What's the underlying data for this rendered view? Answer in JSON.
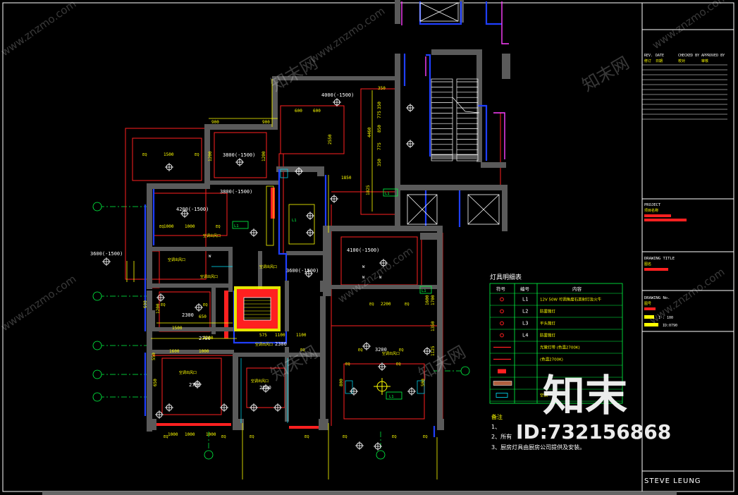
{
  "legend": {
    "title": "灯具明细表",
    "headers": [
      "符号",
      "编号",
      "内容"
    ],
    "rows": [
      {
        "code": "L1",
        "desc": "12V 50W 可调角度石英射灯及火牛"
      },
      {
        "code": "L2",
        "desc": "防雾筒灯"
      },
      {
        "code": "L3",
        "desc": "平头筒灯"
      },
      {
        "code": "L4",
        "desc": "防雾筒灯"
      },
      {
        "code": "",
        "desc": "光管灯带 (色温2700K)"
      },
      {
        "code": "",
        "desc": "(色温2700K)"
      },
      {
        "code": "",
        "desc": ""
      },
      {
        "code": "",
        "desc": ""
      },
      {
        "code": "",
        "desc": "空调"
      }
    ]
  },
  "notes": {
    "title": "备注",
    "items": [
      "1、",
      "2、所有",
      "3、厨房灯具由厨房公司提供及安装。"
    ]
  },
  "title_block": {
    "rev_headers": [
      "REV.",
      "DATE",
      "CHECKED BY",
      "APPROVED BY"
    ],
    "rev_cn": [
      "修订",
      "日期",
      "校对",
      "审核"
    ],
    "project_label": "PROJECT",
    "project_cn": "项目名称",
    "drawing_title_label": "DRAWING TITLE",
    "drawing_title_cn": "图名",
    "drawing_no_label": "DRAWING No.",
    "drawing_no_cn": "图号",
    "scale": "1 : 100",
    "scale_no": "ID:0790",
    "signature": "STEVE LEUNG"
  },
  "rooms": [
    {
      "ceiling": "4000(-1500)"
    },
    {
      "ceiling": "3800(-1500)"
    },
    {
      "ceiling": "4200(-1500)"
    },
    {
      "ceiling": "3800(-1500)"
    },
    {
      "ceiling": "3600(-1500)"
    },
    {
      "ceiling": "4100(-1500)"
    },
    {
      "ceiling": "3600(-1500)"
    },
    {
      "ceiling": "2700"
    },
    {
      "ceiling": "2700"
    },
    {
      "ceiling": "3200"
    },
    {
      "ceiling": "2300"
    },
    {
      "ceiling": "2300"
    },
    {
      "ceiling": "2700"
    }
  ],
  "dims": [
    "900",
    "900",
    "1500",
    "1200",
    "1200",
    "600",
    "600",
    "350",
    "2550",
    "1850",
    "4460",
    "1825",
    "350",
    "775",
    "850",
    "775",
    "350",
    "1000",
    "1000",
    "1500",
    "1200",
    "1600",
    "1000",
    "2200",
    "800",
    "500",
    "1100",
    "1100",
    "1600",
    "2300",
    "575",
    "1000",
    "1000",
    "1000",
    "600",
    "1700",
    "1350",
    "1125",
    "650",
    "550",
    "650"
  ],
  "tags": {
    "eq": "EQ",
    "vent": "空调出风口",
    "l1": "L1",
    "w": "W"
  },
  "watermark": {
    "site": "www.znzmo.com",
    "cn": "知末网",
    "brand_cn": "知末",
    "id": "ID:732156868"
  },
  "colors": {
    "wall": "#5a5a5a",
    "wall_blue": "#1f3fff",
    "dim": "#ffff00",
    "fixture": "#ffffff",
    "light_strip": "#ff2020",
    "grid": "#00ff44",
    "cyan": "#00e5ff",
    "magenta": "#ff40ff",
    "border": "#ffffff"
  }
}
